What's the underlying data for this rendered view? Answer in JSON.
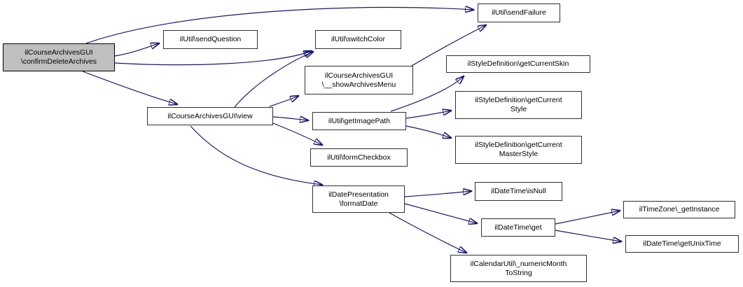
{
  "diagram": {
    "type": "call-graph",
    "colors": {
      "edge": "#191970",
      "node_fill": "#ffffff",
      "highlight_fill": "#bfbfbf",
      "border": "#2f2f2f",
      "text": "#000000",
      "background": "#ffffff"
    },
    "nodes": [
      {
        "id": "confirmDeleteArchives",
        "label": "ilCourseArchivesGUI\n\\confirmDeleteArchives",
        "highlighted": true
      },
      {
        "id": "sendQuestion",
        "label": "ilUtil\\sendQuestion",
        "highlighted": false
      },
      {
        "id": "sendFailure",
        "label": "ilUtil\\sendFailure",
        "highlighted": false
      },
      {
        "id": "switchColor",
        "label": "ilUtil\\switchColor",
        "highlighted": false
      },
      {
        "id": "showArchivesMenu",
        "label": "ilCourseArchivesGUI\n\\__showArchivesMenu",
        "highlighted": false
      },
      {
        "id": "view",
        "label": "ilCourseArchivesGUI\\view",
        "highlighted": false
      },
      {
        "id": "getCurrentSkin",
        "label": "ilStyleDefinition\\getCurrentSkin",
        "highlighted": false
      },
      {
        "id": "getCurrentStyle",
        "label": "ilStyleDefinition\\getCurrent\nStyle",
        "highlighted": false
      },
      {
        "id": "getImagePath",
        "label": "ilUtil\\getImagePath",
        "highlighted": false
      },
      {
        "id": "getCurrentMasterStyle",
        "label": "ilStyleDefinition\\getCurrent\nMasterStyle",
        "highlighted": false
      },
      {
        "id": "formCheckbox",
        "label": "ilUtil\\formCheckbox",
        "highlighted": false
      },
      {
        "id": "formatDate",
        "label": "ilDatePresentation\n\\formatDate",
        "highlighted": false
      },
      {
        "id": "isNull",
        "label": "ilDateTime\\isNull",
        "highlighted": false
      },
      {
        "id": "get",
        "label": "ilDateTime\\get",
        "highlighted": false
      },
      {
        "id": "numericMonthToString",
        "label": "ilCalendarUtil\\_numericMonth\nToString",
        "highlighted": false
      },
      {
        "id": "getInstance",
        "label": "ilTimeZone\\_getInstance",
        "highlighted": false
      },
      {
        "id": "getUnixTime",
        "label": "ilDateTime\\getUnixTime",
        "highlighted": false
      }
    ],
    "edges": [
      {
        "from": "confirmDeleteArchives",
        "to": "sendFailure"
      },
      {
        "from": "confirmDeleteArchives",
        "to": "sendQuestion"
      },
      {
        "from": "confirmDeleteArchives",
        "to": "switchColor"
      },
      {
        "from": "confirmDeleteArchives",
        "to": "view"
      },
      {
        "from": "view",
        "to": "switchColor"
      },
      {
        "from": "view",
        "to": "showArchivesMenu"
      },
      {
        "from": "view",
        "to": "getImagePath"
      },
      {
        "from": "view",
        "to": "formCheckbox"
      },
      {
        "from": "view",
        "to": "formatDate"
      },
      {
        "from": "showArchivesMenu",
        "to": "sendFailure"
      },
      {
        "from": "getImagePath",
        "to": "getCurrentSkin"
      },
      {
        "from": "getImagePath",
        "to": "getCurrentStyle"
      },
      {
        "from": "getImagePath",
        "to": "getCurrentMasterStyle"
      },
      {
        "from": "formatDate",
        "to": "isNull"
      },
      {
        "from": "formatDate",
        "to": "get"
      },
      {
        "from": "formatDate",
        "to": "numericMonthToString"
      },
      {
        "from": "get",
        "to": "getInstance"
      },
      {
        "from": "get",
        "to": "getUnixTime"
      }
    ]
  }
}
